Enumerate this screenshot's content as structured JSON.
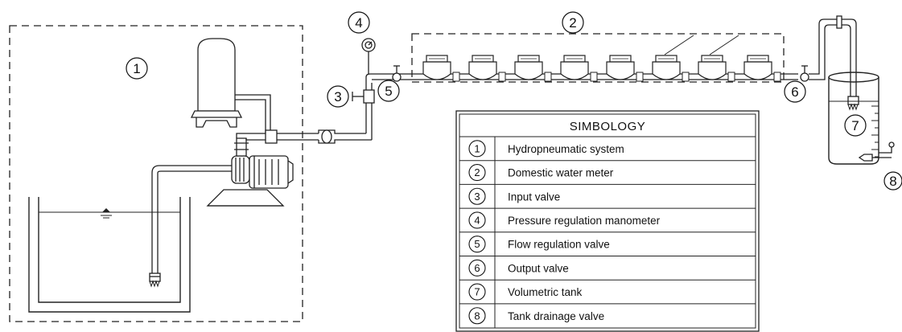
{
  "callouts": {
    "c1": "1",
    "c2": "2",
    "c3": "3",
    "c4": "4",
    "c5": "5",
    "c6": "6",
    "c7": "7",
    "c8": "8"
  },
  "symbology": {
    "title": "SIMBOLOGY",
    "items": [
      {
        "num": "1",
        "label": "Hydropneumatic system"
      },
      {
        "num": "2",
        "label": "Domestic water meter"
      },
      {
        "num": "3",
        "label": "Input valve"
      },
      {
        "num": "4",
        "label": "Pressure regulation manometer"
      },
      {
        "num": "5",
        "label": "Flow regulation valve"
      },
      {
        "num": "6",
        "label": "Output valve"
      },
      {
        "num": "7",
        "label": "Volumetric tank"
      },
      {
        "num": "8",
        "label": "Tank drainage valve"
      }
    ]
  }
}
